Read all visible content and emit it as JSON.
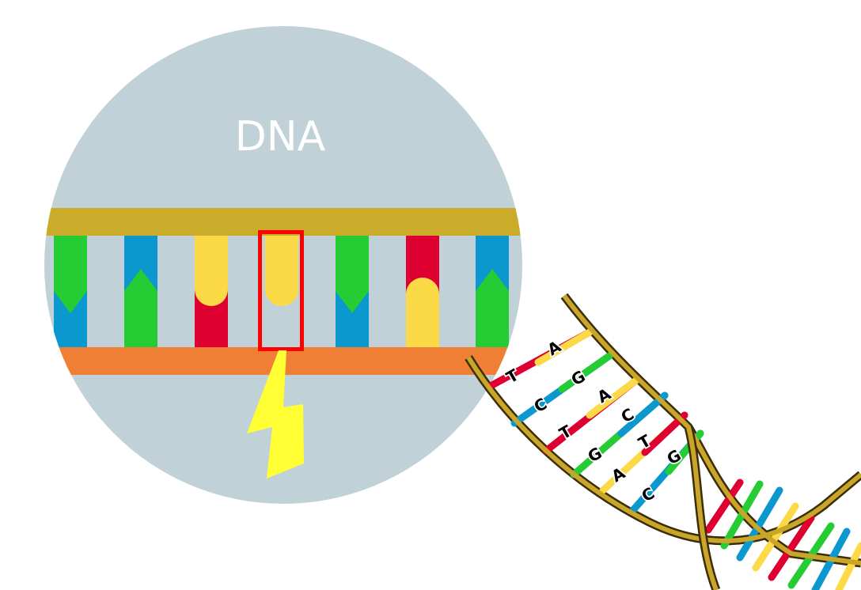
{
  "title": "DNA",
  "colors": {
    "circle": "#c0d2d8",
    "top_backbone": "#cbab2a",
    "bottom_backbone": "#ef7f34",
    "green": "#25cc33",
    "blue": "#0b98cf",
    "yellow": "#fbd947",
    "red": "#dd0030",
    "highlight": "#ff0000",
    "bolt": "#ffff33",
    "helix_strand": "#c9a62a",
    "helix_outline": "#3b2d09"
  },
  "base_pairs": [
    {
      "top": "green",
      "bottom": "blue",
      "joint": "v-down"
    },
    {
      "top": "blue",
      "bottom": "green",
      "joint": "v-up"
    },
    {
      "top": "yellow",
      "bottom": "red",
      "joint": "round-down"
    },
    {
      "top": "yellow",
      "bottom": "none",
      "joint": "round-down",
      "damaged": true
    },
    {
      "top": "green",
      "bottom": "blue",
      "joint": "v-down"
    },
    {
      "top": "red",
      "bottom": "yellow",
      "joint": "round-up"
    },
    {
      "top": "blue",
      "bottom": "green",
      "joint": "v-up"
    }
  ],
  "helix_letters": {
    "l1": "T",
    "l2": "A",
    "l3": "C",
    "l4": "G",
    "l5": "A",
    "l6": "T",
    "l7": "C",
    "l8": "G",
    "l9": "T",
    "l10": "A",
    "l11": "G",
    "l12": "C"
  },
  "icons": [
    "lightning-bolt-icon",
    "magnifier-circle-icon",
    "double-helix-icon"
  ]
}
